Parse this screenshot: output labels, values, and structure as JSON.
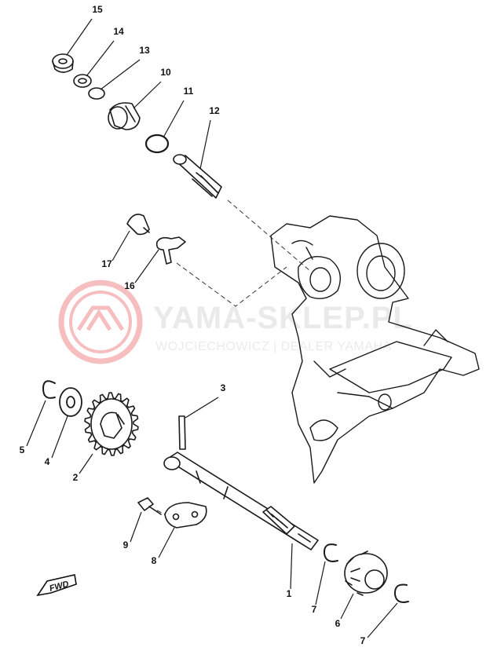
{
  "watermark": {
    "title": "YAMA-SKLEP.PL",
    "subtitle": "WOJCIECHOWICZ | DEALER YAMAHA",
    "logo_icon": "yamaha-tuning-fork-logo",
    "color": "#d9d9d9",
    "logo_color": "#f08a8a"
  },
  "direction_label": "FWD",
  "callouts": [
    {
      "number": "15"
    },
    {
      "number": "14"
    },
    {
      "number": "13"
    },
    {
      "number": "10"
    },
    {
      "number": "11"
    },
    {
      "number": "12"
    },
    {
      "number": "17"
    },
    {
      "number": "16"
    },
    {
      "number": "3"
    },
    {
      "number": "5"
    },
    {
      "number": "4"
    },
    {
      "number": "2"
    },
    {
      "number": "9"
    },
    {
      "number": "8"
    },
    {
      "number": "1"
    },
    {
      "number": "7"
    },
    {
      "number": "6"
    },
    {
      "number": "7"
    }
  ]
}
